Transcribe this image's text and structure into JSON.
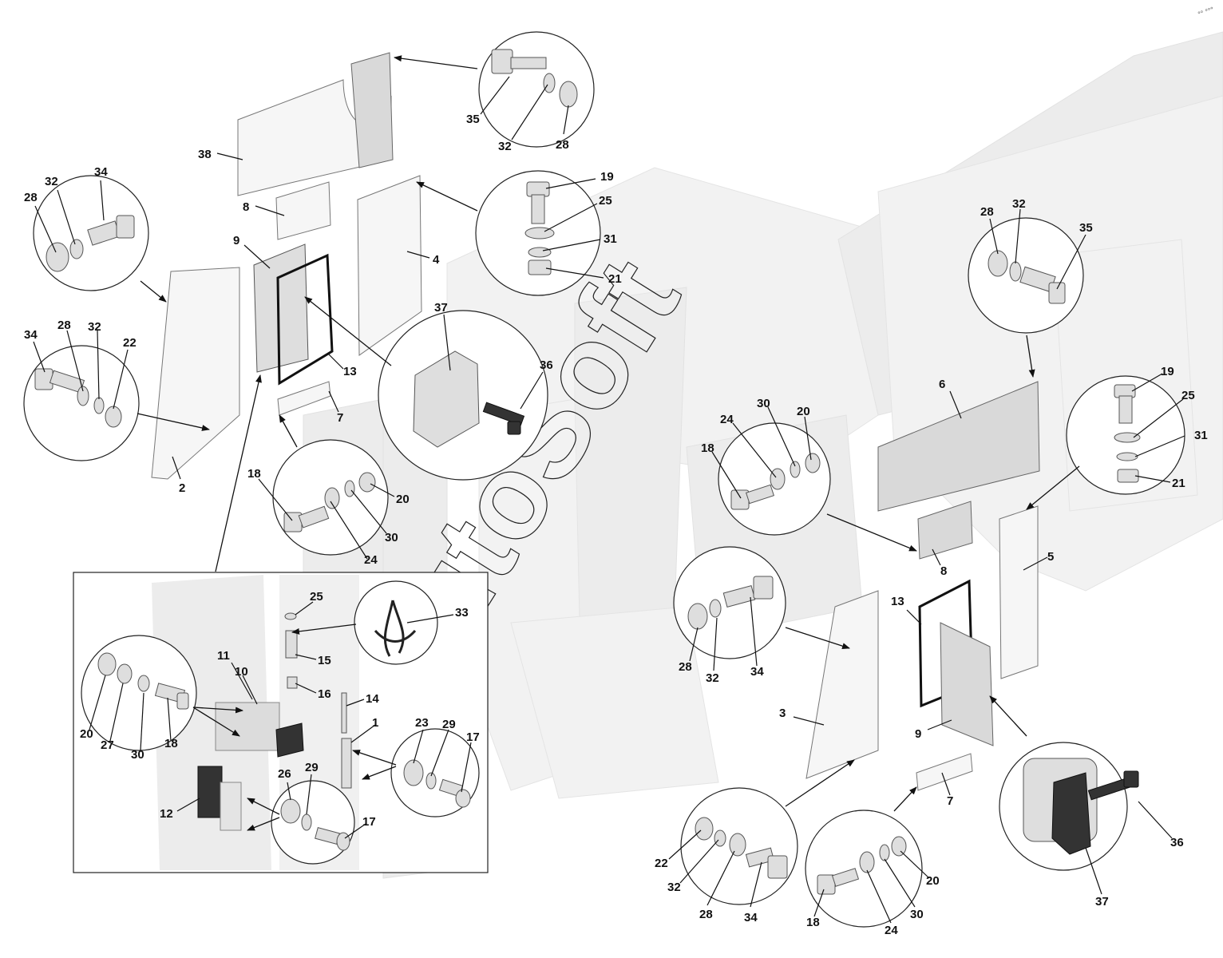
{
  "watermark": {
    "text": "AutoSoft"
  },
  "corner_mark": "°° °°°",
  "callouts": {
    "c_35a": "35",
    "c_32a": "32",
    "c_28a": "28",
    "c_38": "38",
    "c_28b": "28",
    "c_32b": "32",
    "c_34b": "34",
    "c_8a": "8",
    "c_9a": "9",
    "c_4": "4",
    "c_19a": "19",
    "c_25a": "25",
    "c_31a": "31",
    "c_21a": "21",
    "c_37a": "37",
    "c_36a": "36",
    "c_13a": "13",
    "c_7a": "7",
    "c_34c": "34",
    "c_28c": "28",
    "c_32c": "32",
    "c_22a": "22",
    "c_2": "2",
    "c_18a": "18",
    "c_20a": "20",
    "c_30a": "30",
    "c_24a": "24",
    "c_28d": "28",
    "c_32d": "32",
    "c_35b": "35",
    "c_6": "6",
    "c_19b": "19",
    "c_25b": "25",
    "c_31b": "31",
    "c_21b": "21",
    "c_24b": "24",
    "c_30b": "30",
    "c_20b": "20",
    "c_18b": "18",
    "c_8b": "8",
    "c_5": "5",
    "c_28e": "28",
    "c_32e": "32",
    "c_34e": "34",
    "c_13b": "13",
    "c_3": "3",
    "c_9b": "9",
    "c_7b": "7",
    "c_22b": "22",
    "c_32f": "32",
    "c_28f": "28",
    "c_34f": "34",
    "c_18c": "18",
    "c_24c": "24",
    "c_30c": "30",
    "c_20c": "20",
    "c_36b": "36",
    "c_37b": "37",
    "c_25c": "25",
    "c_33": "33",
    "c_15": "15",
    "c_16": "16",
    "c_14": "14",
    "c_1": "1",
    "c_11": "11",
    "c_10": "10",
    "c_20d": "20",
    "c_27": "27",
    "c_30d": "30",
    "c_18d": "18",
    "c_23": "23",
    "c_29a": "29",
    "c_17a": "17",
    "c_26": "26",
    "c_29b": "29",
    "c_17b": "17",
    "c_12": "12"
  }
}
